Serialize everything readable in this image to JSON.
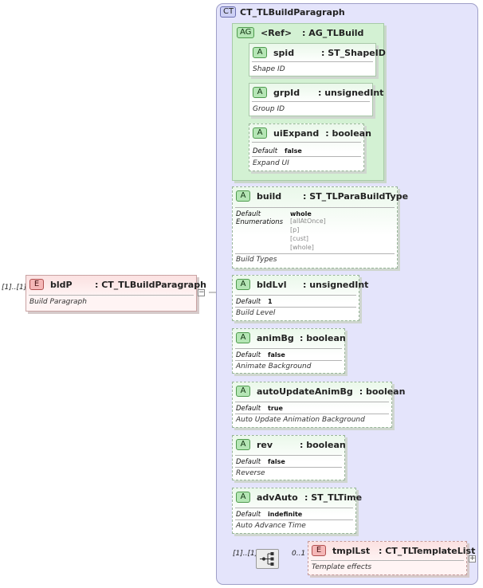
{
  "root": {
    "cardinality": "[1]..[1]",
    "badge": "E",
    "name": "bldP",
    "type": ": CT_TLBuildParagraph",
    "doc": "Build Paragraph"
  },
  "complex_type": {
    "badge": "CT",
    "name": "CT_TLBuildParagraph"
  },
  "attribute_group": {
    "badge": "AG",
    "name": "<Ref>",
    "type": ": AG_TLBuild",
    "attributes": [
      {
        "badge": "A",
        "name": "spid",
        "type": ": ST_ShapeID",
        "doc": "Shape ID"
      },
      {
        "badge": "A",
        "name": "grpId",
        "type": ": unsignedInt",
        "doc": "Group ID"
      },
      {
        "badge": "A",
        "name": "uiExpand",
        "type": ": boolean",
        "default_label": "Default",
        "default": "false",
        "doc": "Expand UI"
      }
    ]
  },
  "attributes": [
    {
      "badge": "A",
      "name": "build",
      "type": ": ST_TLParaBuildType",
      "default_label": "Default",
      "default": "whole",
      "enum_label": "Enumerations",
      "enums": [
        "[allAtOnce]",
        "[p]",
        "[cust]",
        "[whole]"
      ],
      "doc": "Build Types"
    },
    {
      "badge": "A",
      "name": "bldLvl",
      "type": ": unsignedInt",
      "default_label": "Default",
      "default": "1",
      "doc": "Build Level"
    },
    {
      "badge": "A",
      "name": "animBg",
      "type": ": boolean",
      "default_label": "Default",
      "default": "false",
      "doc": "Animate Background"
    },
    {
      "badge": "A",
      "name": "autoUpdateAnimBg",
      "type": ": boolean",
      "default_label": "Default",
      "default": "true",
      "doc": "Auto Update Animation Background"
    },
    {
      "badge": "A",
      "name": "rev",
      "type": ": boolean",
      "default_label": "Default",
      "default": "false",
      "doc": "Reverse"
    },
    {
      "badge": "A",
      "name": "advAuto",
      "type": ": ST_TLTime",
      "default_label": "Default",
      "default": "indefinite",
      "doc": "Auto Advance Time"
    }
  ],
  "sequence": {
    "cardinality": "[1]..[1]",
    "child_cardinality": "0..1",
    "icon": "sequence-compositor-icon"
  },
  "child_element": {
    "badge": "E",
    "name": "tmplLst",
    "type": ": CT_TLTemplateList",
    "doc": "Template effects"
  }
}
